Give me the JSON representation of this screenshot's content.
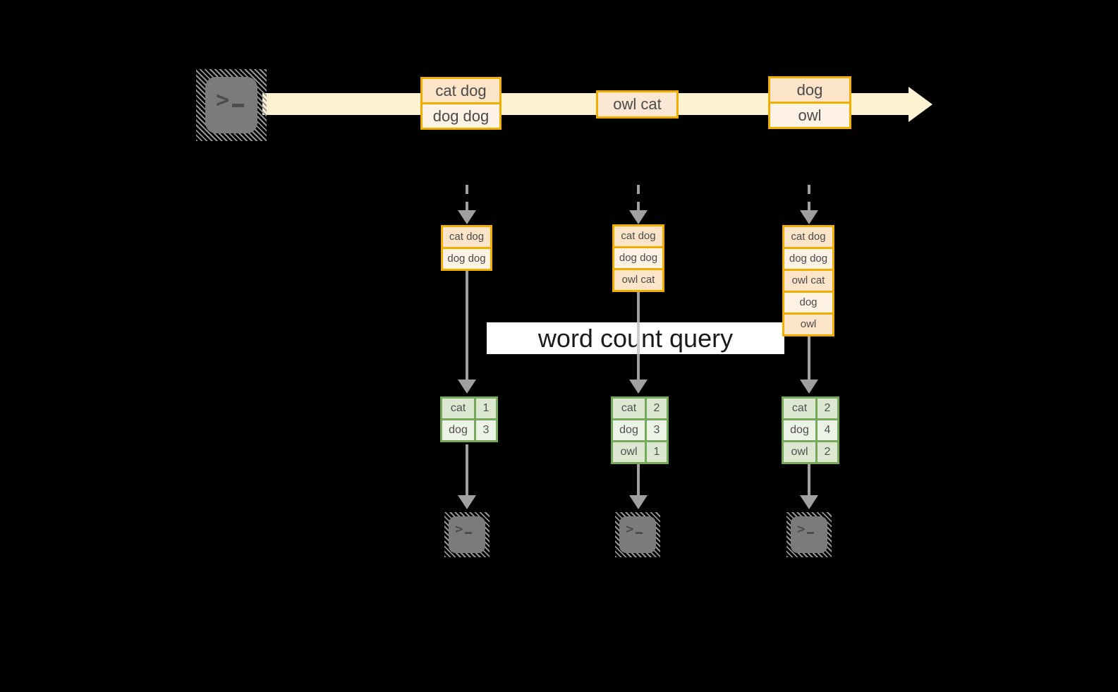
{
  "banner": {
    "label": "word count query"
  },
  "icons": {
    "terminal_prompt": ">"
  },
  "stream": {
    "events": [
      {
        "records": [
          "cat dog",
          "dog dog"
        ]
      },
      {
        "records": [
          "owl cat"
        ]
      },
      {
        "records": [
          "dog",
          "owl"
        ]
      }
    ]
  },
  "columns": [
    {
      "snapshot": [
        "cat dog",
        "dog dog"
      ],
      "counts": [
        [
          "cat",
          "1"
        ],
        [
          "dog",
          "3"
        ]
      ]
    },
    {
      "snapshot": [
        "cat dog",
        "dog dog",
        "owl cat"
      ],
      "counts": [
        [
          "cat",
          "2"
        ],
        [
          "dog",
          "3"
        ],
        [
          "owl",
          "1"
        ]
      ]
    },
    {
      "snapshot": [
        "cat dog",
        "dog dog",
        "owl cat",
        "dog",
        "owl"
      ],
      "counts": [
        [
          "cat",
          "2"
        ],
        [
          "dog",
          "4"
        ],
        [
          "owl",
          "2"
        ]
      ]
    }
  ],
  "colors": {
    "background": "#000000",
    "stream_band": "#fdf3d3",
    "orange_border": "#f1ae00",
    "record_peach": "#fbe4c7",
    "record_cream": "#fdf2e3",
    "green_border": "#76a95a",
    "table_sage": "#dce8d2",
    "table_sage_light": "#eef3e8",
    "arrow_gray": "#a0a0a0",
    "banner_white": "#ffffff"
  }
}
